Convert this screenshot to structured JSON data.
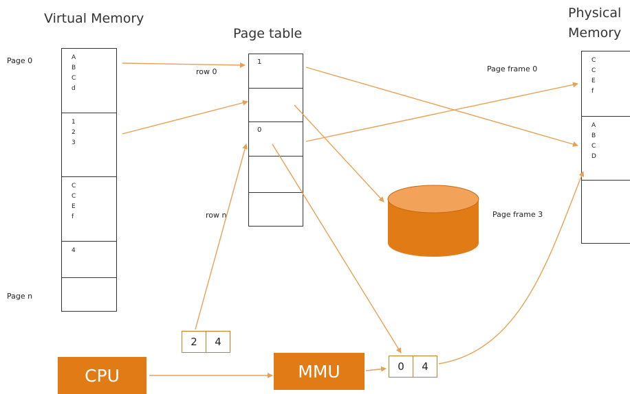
{
  "titles": {
    "virtual_memory": "Virtual Memory",
    "page_table": "Page table",
    "physical_memory_line1": "Physical",
    "physical_memory_line2": "Memory"
  },
  "labels": {
    "page0": "Page 0",
    "pagen": "Page n",
    "row0": "row 0",
    "rown": "row n",
    "frame0": "Page  frame 0",
    "frame3": "Page  frame 3"
  },
  "virtual_memory": [
    "A\nB\nC\nd",
    "1\n2\n3",
    "C\nC\nE\nf",
    "4",
    ""
  ],
  "page_table": [
    "1",
    "",
    "0",
    "",
    ""
  ],
  "physical_memory": [
    "C\nC\nE\nf",
    "A\nB\nC\nD",
    ""
  ],
  "units": {
    "cpu": "CPU",
    "mmu": "MMU"
  },
  "virtual_address": [
    "2",
    "4"
  ],
  "physical_address": [
    "0",
    "4"
  ],
  "colors": {
    "accent": "#e07b16",
    "arrow": "#e8a055"
  }
}
